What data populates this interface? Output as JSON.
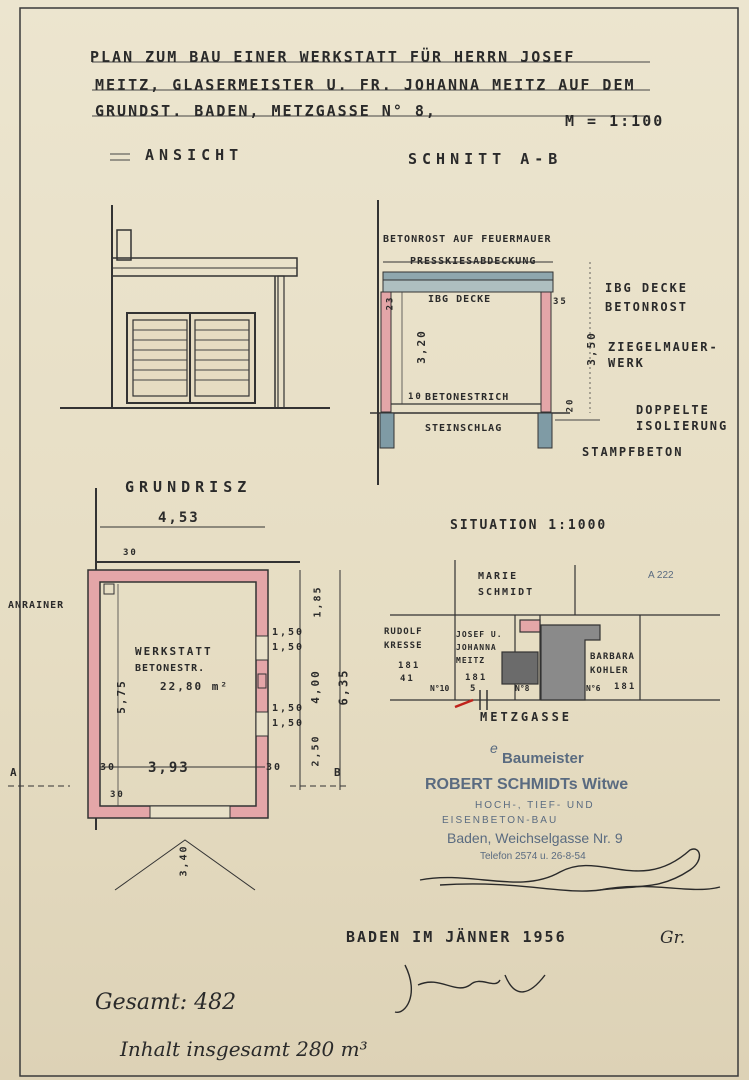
{
  "title": {
    "line1": "PLAN ZUM BAU EINER WERKSTATT FÜR HERRN JOSEF",
    "line2": "MEITZ, GLASERMEISTER U. FR. JOHANNA MEITZ AUF DEM",
    "line3": "GRUNDST. BADEN, METZGASSE N° 8,",
    "scale": "M = 1:100"
  },
  "elevation": {
    "label": "ANSICHT"
  },
  "section": {
    "label": "SCHNITT A-B",
    "labels": {
      "betonrost_feuermauer": "BETONROST AUF FEUERMAUER",
      "presskies": "PRESSKIESABDECKUNG",
      "ibg_decke_inner": "IBG DECKE",
      "ibg_decke": "IBG DECKE",
      "betonrost": "BETONROST",
      "ziegelmauer1": "ZIEGELMAUER-",
      "ziegelmauer2": "WERK",
      "betonestrich": "BETONESTRICH",
      "steinschlag": "STEINSCHLAG",
      "doppelte": "DOPPELTE",
      "isolierung": "ISOLIERUNG",
      "stampfbeton": "STAMPFBETON"
    },
    "dims": {
      "d23": "23",
      "d35": "35",
      "h320": "3,20",
      "h350": "3,50",
      "d10": "10",
      "d20": "20"
    }
  },
  "floorplan": {
    "label": "GRUNDRISZ",
    "width_outer": "4,53",
    "room_name": "WERKSTATT",
    "floor": "BETONESTR.",
    "area": "22,80 m²",
    "neighbor": "ANRAINER",
    "dims": {
      "d30a": "30",
      "d30b": "30",
      "d30c": "30",
      "d30d": "30",
      "width_inner": "3,93",
      "d575": "5,75",
      "d185": "1,85",
      "d150a": "1,50",
      "d150b": "1,50",
      "d400": "4,00",
      "d635": "6,35",
      "d150c": "1,50",
      "d150d": "1,50",
      "d250": "2,50",
      "door": "3,40"
    },
    "section_a": "A",
    "section_b": "B"
  },
  "situation": {
    "label": "SITUATION 1:1000",
    "marie1": "MARIE",
    "marie2": "SCHMIDT",
    "rudolf1": "RUDOLF",
    "rudolf2": "KRESSE",
    "rudolf_no1": "181",
    "rudolf_no2": "41",
    "josef1": "JOSEF U.",
    "josef2": "JOHANNA",
    "josef3": "MEITZ",
    "josef_no1": "181",
    "josef_no2": "5",
    "barbara1": "BARBARA",
    "barbara2": "KOHLER",
    "barbara_no": "181",
    "no10": "N°10",
    "no8": "N°8",
    "no6": "N°6",
    "street": "METZGASSE",
    "side_note": "A 222"
  },
  "stamp": {
    "prefix": "e",
    "line1": "Baumeister",
    "line2": "ROBERT SCHMIDTs Witwe",
    "line3": "HOCH-, TIEF- UND",
    "line4": "EISENBETON-BAU",
    "line5": "Baden, Weichselgasse Nr. 9",
    "line6": "Telefon 2574 u. 26-8-54"
  },
  "date_line": "BADEN IM JÄNNER 1956",
  "signature_abbr": "Gr.",
  "signature_owner": "Josef Meitz",
  "note1": "Gesamt: 482",
  "note2": "Inhalt insgesamt 280 m³",
  "colors": {
    "wall_pink": "#e4a6a8",
    "foundation": "#7f9ba5",
    "ink": "#2a2a2a",
    "stamp_ink": "#5a6b80",
    "paper": "#e8e0c8"
  }
}
